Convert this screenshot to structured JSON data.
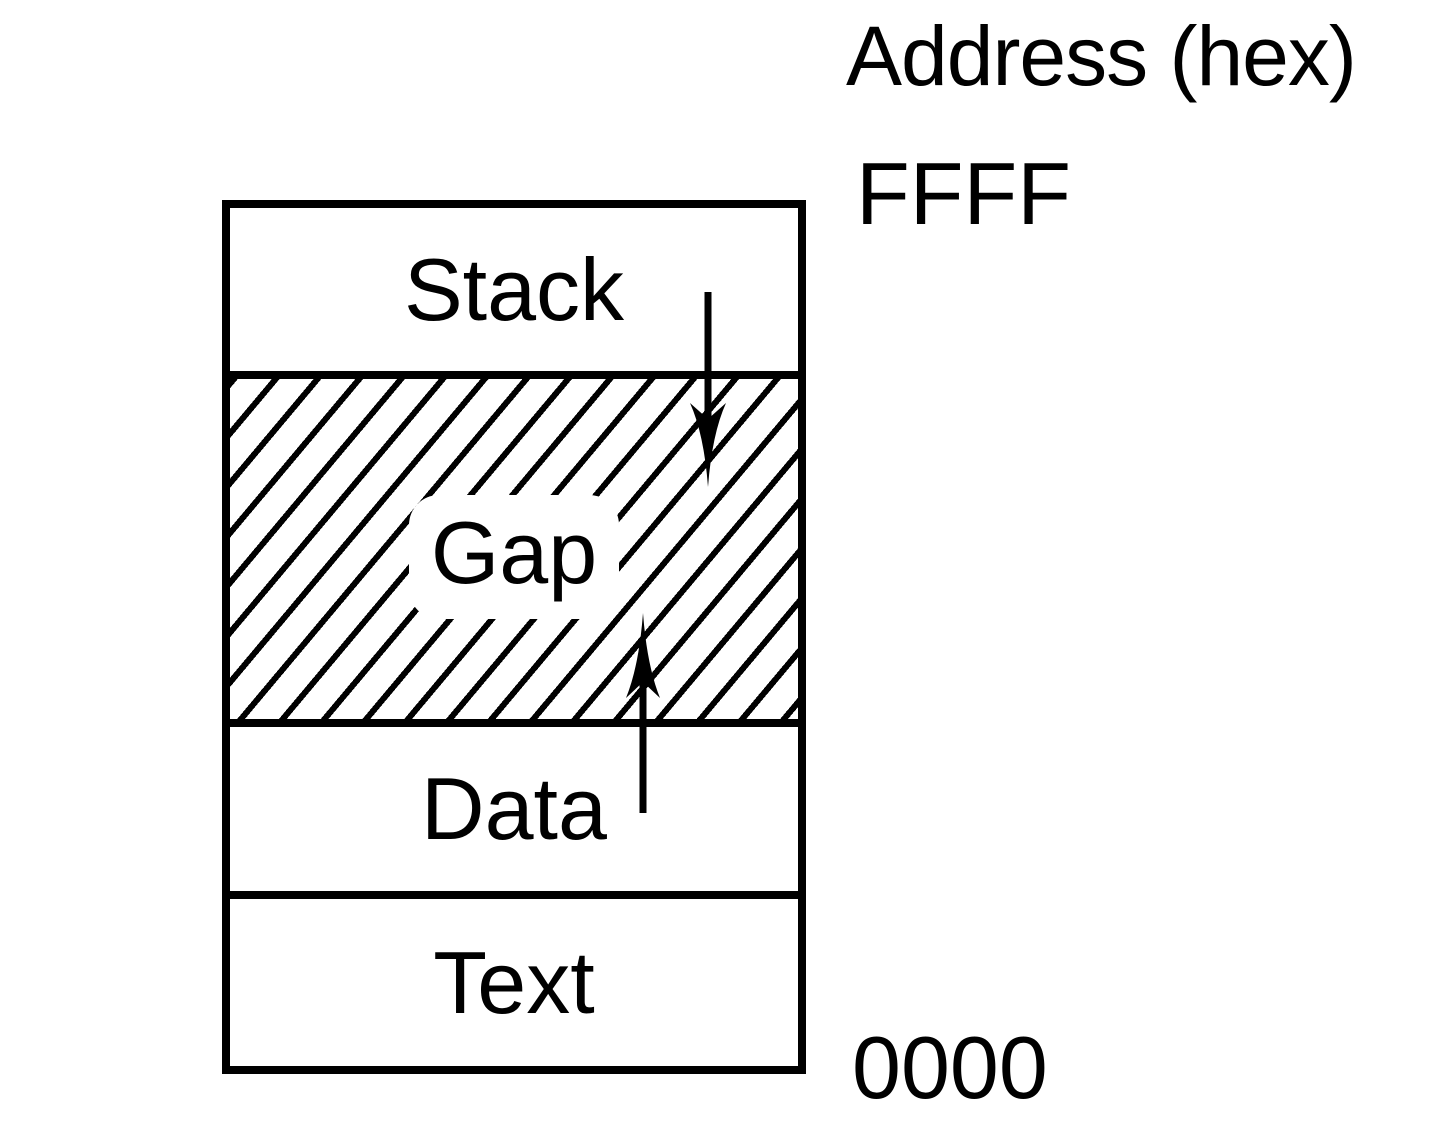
{
  "figure": {
    "address_axis": {
      "title": "Address (hex)",
      "top_value": "FFFF",
      "bottom_value": "0000"
    },
    "segments": [
      {
        "label": "Stack",
        "style": "plain"
      },
      {
        "label": "Gap",
        "style": "hatched"
      },
      {
        "label": "Data",
        "style": "plain"
      },
      {
        "label": "Text",
        "style": "plain"
      }
    ],
    "arrows": [
      {
        "name": "stack-growth",
        "direction": "down",
        "from": "Stack",
        "into": "Gap"
      },
      {
        "name": "data-growth",
        "direction": "up",
        "from": "Data",
        "into": "Gap"
      }
    ],
    "colors": {
      "ink": "#000000",
      "paper": "#ffffff"
    }
  }
}
